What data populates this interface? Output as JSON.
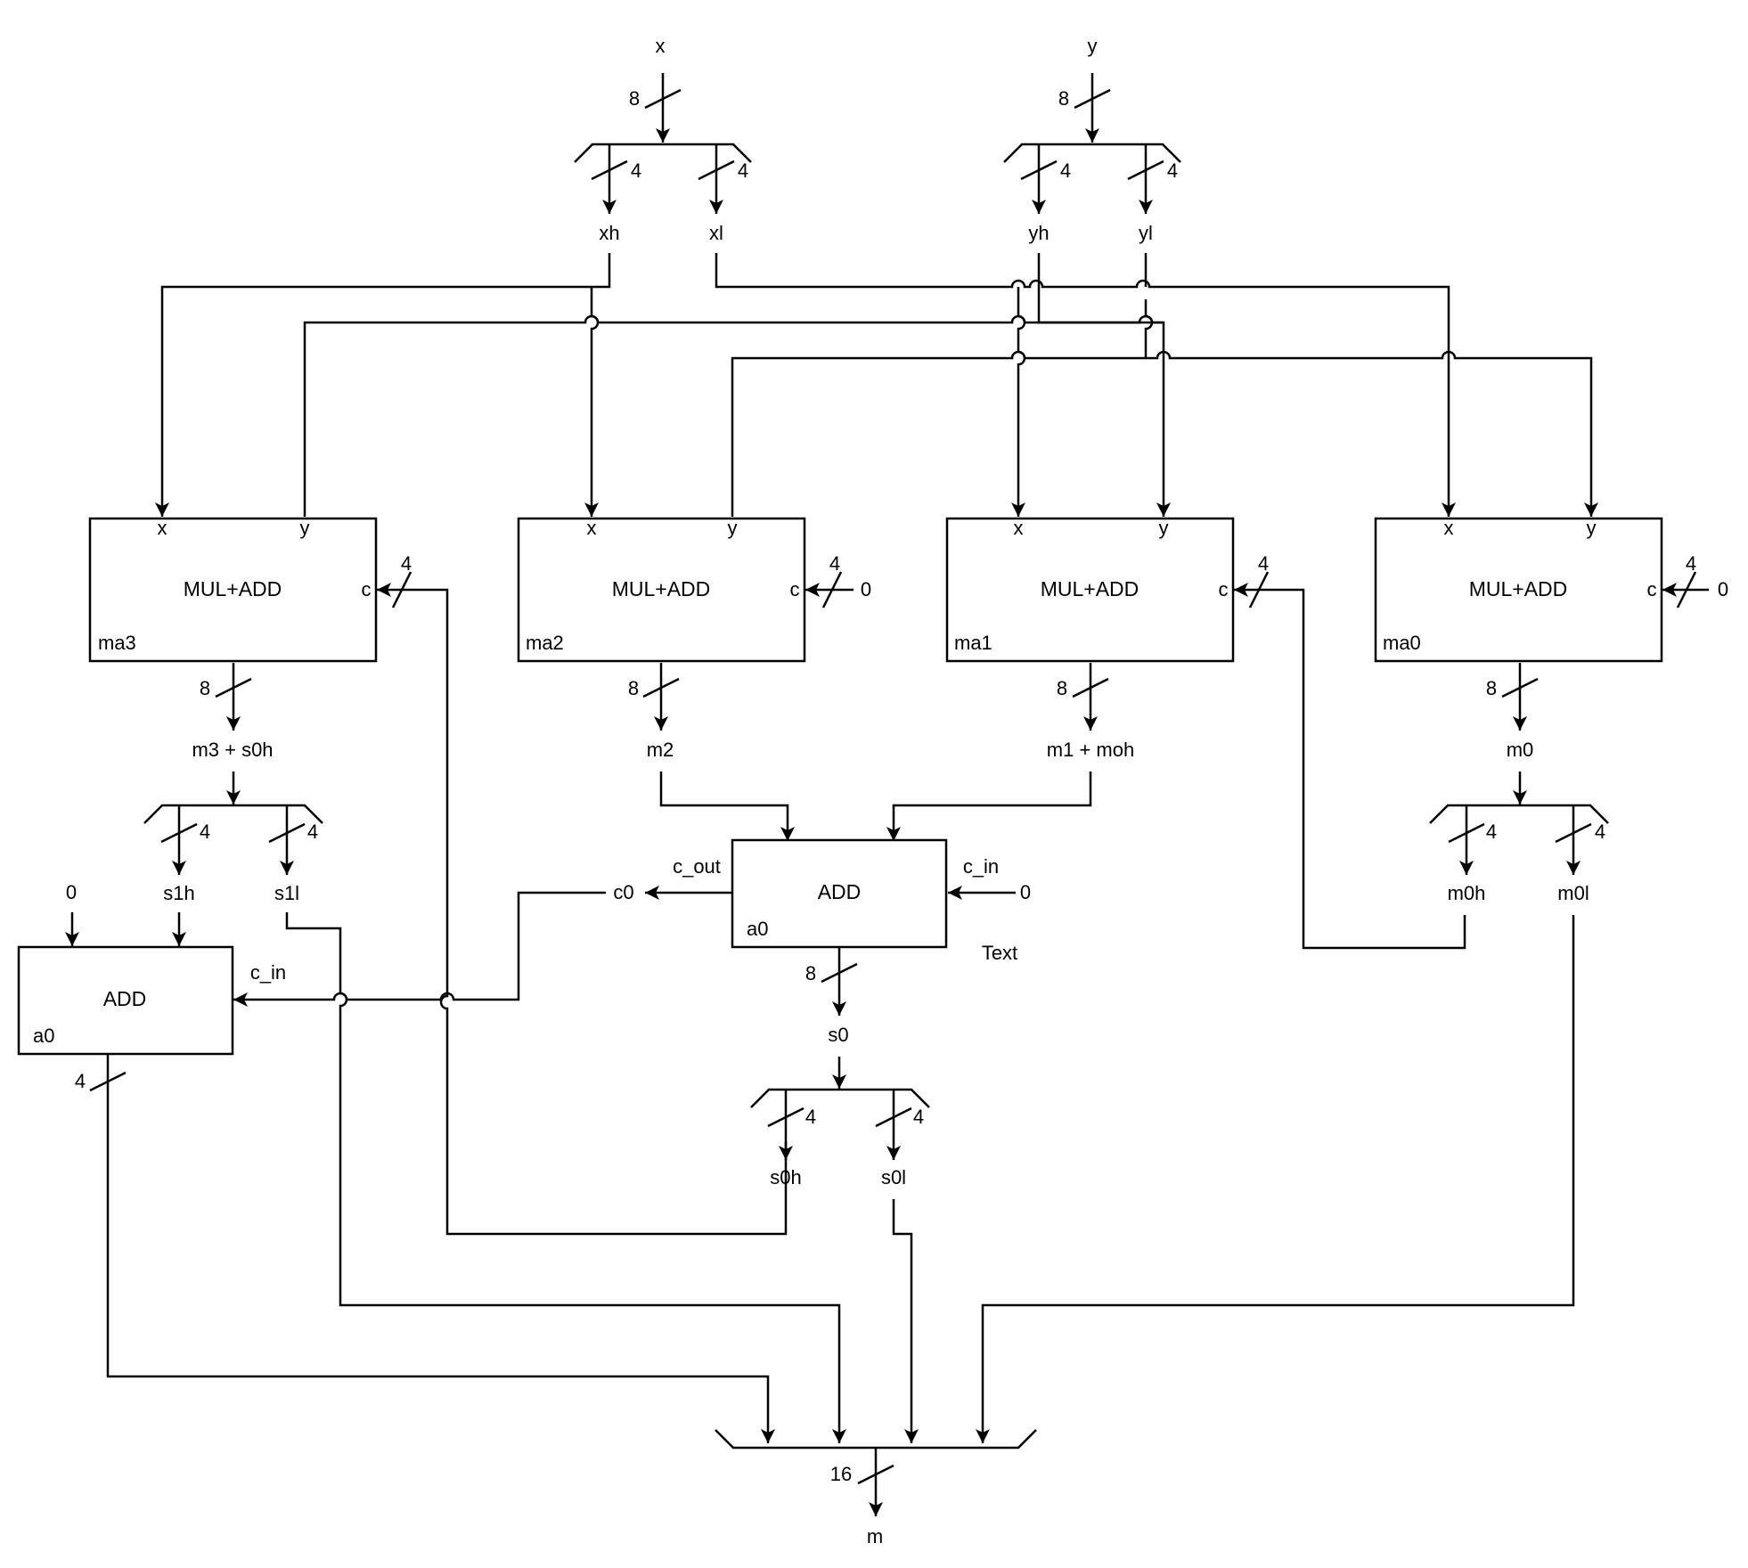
{
  "inputs": {
    "x": "x",
    "y": "y"
  },
  "splits": {
    "xh": "xh",
    "xl": "xl",
    "yh": "yh",
    "yl": "yl"
  },
  "blocks": {
    "ma3": {
      "title": "MUL+ADD",
      "name": "ma3",
      "port_x": "x",
      "port_y": "y",
      "port_c": "c"
    },
    "ma2": {
      "title": "MUL+ADD",
      "name": "ma2",
      "port_x": "x",
      "port_y": "y",
      "port_c": "c"
    },
    "ma1": {
      "title": "MUL+ADD",
      "name": "ma1",
      "port_x": "x",
      "port_y": "y",
      "port_c": "c"
    },
    "ma0": {
      "title": "MUL+ADD",
      "name": "ma0",
      "port_x": "x",
      "port_y": "y",
      "port_c": "c"
    },
    "add_mid": {
      "title": "ADD",
      "name": "a0",
      "c_out": "c_out",
      "c_in": "c_in"
    },
    "add_left": {
      "title": "ADD",
      "name": "a0",
      "c_in": "c_in"
    }
  },
  "signals": {
    "m3s0h": "m3 + s0h",
    "m2": "m2",
    "m1moh": "m1 + moh",
    "m0": "m0",
    "s1h": "s1h",
    "s1l": "s1l",
    "m0h": "m0h",
    "m0l": "m0l",
    "c0": "c0",
    "s0": "s0",
    "s0h": "s0h",
    "s0l": "s0l",
    "m": "m"
  },
  "constants": {
    "zero": "0"
  },
  "widths": {
    "w8": "8",
    "w4": "4",
    "w16": "16"
  },
  "annotation": "Text"
}
